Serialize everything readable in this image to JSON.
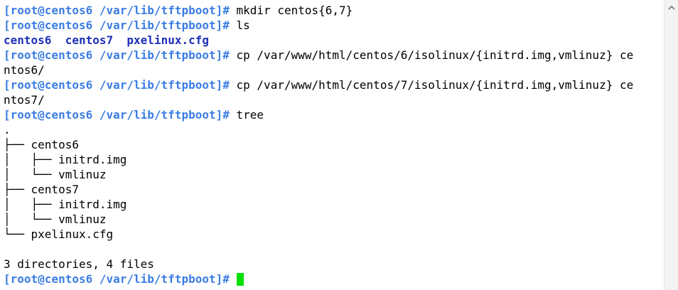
{
  "prompt": "[root@centos6 /var/lib/tftpboot]#",
  "lines": [
    {
      "type": "cmd",
      "text": " mkdir centos{6,7}"
    },
    {
      "type": "cmd",
      "text": " ls"
    },
    {
      "type": "ls",
      "items": [
        "centos6",
        "centos7",
        "pxelinux.cfg"
      ]
    },
    {
      "type": "cmd",
      "text": " cp /var/www/html/centos/6/isolinux/{initrd.img,vmlinuz} ce"
    },
    {
      "type": "out",
      "text": "ntos6/"
    },
    {
      "type": "cmd",
      "text": " cp /var/www/html/centos/7/isolinux/{initrd.img,vmlinuz} ce"
    },
    {
      "type": "out",
      "text": "ntos7/"
    },
    {
      "type": "cmd",
      "text": " tree"
    },
    {
      "type": "out",
      "text": "."
    },
    {
      "type": "out",
      "text": "├── centos6"
    },
    {
      "type": "out",
      "text": "│   ├── initrd.img"
    },
    {
      "type": "out",
      "text": "│   └── vmlinuz"
    },
    {
      "type": "out",
      "text": "├── centos7"
    },
    {
      "type": "out",
      "text": "│   ├── initrd.img"
    },
    {
      "type": "out",
      "text": "│   └── vmlinuz"
    },
    {
      "type": "out",
      "text": "└── pxelinux.cfg"
    },
    {
      "type": "out",
      "text": ""
    },
    {
      "type": "out",
      "text": "3 directories, 4 files"
    },
    {
      "type": "cursor",
      "text": " "
    }
  ],
  "colors": {
    "prompt": "#3b7de3",
    "directory": "#1f2fb8",
    "cursor": "#00e000",
    "background": "#ffffff"
  },
  "icons": {
    "scroll_up": "chevron-up-icon"
  }
}
